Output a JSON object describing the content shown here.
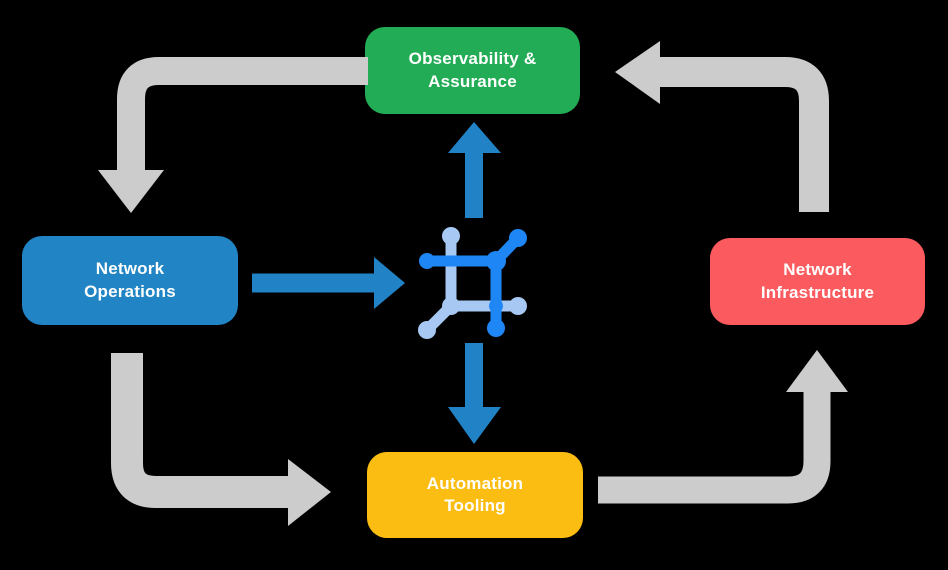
{
  "diagram": {
    "type": "cycle-flow-diagram",
    "background_color": "#000000",
    "nodes": [
      {
        "id": "observability",
        "label": "Observability & Assurance",
        "color": "#22AC55"
      },
      {
        "id": "network-operations",
        "label": "Network Operations",
        "color": "#2184C4"
      },
      {
        "id": "network-infrastructure",
        "label": "Network Infrastructure",
        "color": "#FB5A5E"
      },
      {
        "id": "automation-tooling",
        "label": "Automation Tooling",
        "color": "#FCBD12"
      }
    ],
    "center_icon": {
      "name": "network-automation-icon",
      "primary_color": "#1F87F5",
      "secondary_color": "#A6C8F3"
    },
    "cycle_arrows": {
      "color": "#CCCCCC",
      "flows": [
        "Observability & Assurance -> Network Operations",
        "Network Operations -> Automation Tooling",
        "Automation Tooling -> Network Infrastructure",
        "Network Infrastructure -> Observability & Assurance"
      ]
    },
    "hub_arrows": {
      "color": "#2183C6",
      "flows": [
        "Network Operations -> center icon",
        "center icon -> Observability & Assurance",
        "center icon -> Automation Tooling"
      ]
    }
  }
}
